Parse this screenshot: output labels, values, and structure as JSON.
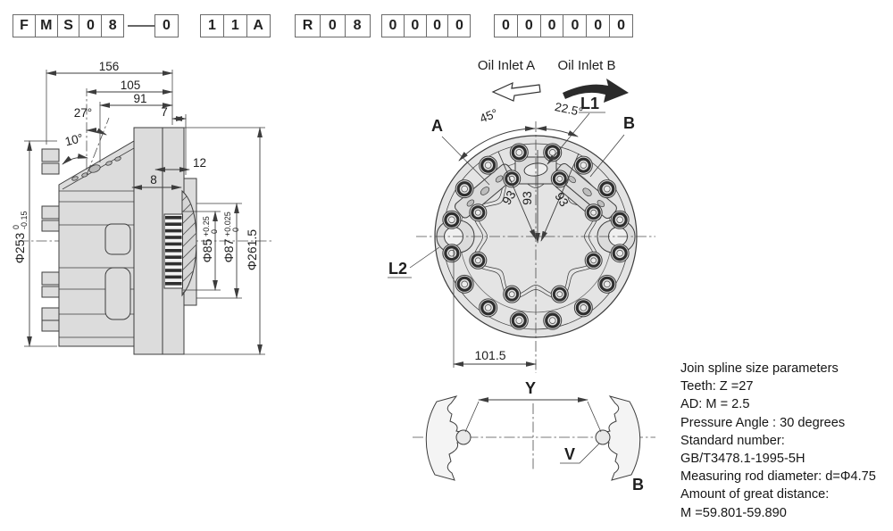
{
  "drawing": {
    "model_code": {
      "group_main": [
        "F",
        "M",
        "S",
        "0",
        "8"
      ],
      "group_sub": [
        "0"
      ],
      "group_disp": [
        "1",
        "1",
        "A"
      ],
      "group_port": [
        "R",
        "0",
        "8"
      ],
      "group_opt1": [
        "0",
        "0",
        "0",
        "0"
      ],
      "group_opt2": [
        "0",
        "0",
        "0",
        "0",
        "0",
        "0"
      ]
    },
    "side_view": {
      "len_total": "156",
      "len_105": "105",
      "len_91": "91",
      "len_7": "7",
      "angle_27": "27°",
      "angle_10": "10°",
      "len_12": "12",
      "len_8": "8",
      "dia_253": {
        "main": "Φ253",
        "tol_top": "0",
        "tol_bot": "-0.15"
      },
      "dia_85": {
        "main": "Φ85",
        "tol_top": "+0.25",
        "tol_bot": "0"
      },
      "dia_87": {
        "main": "Φ87",
        "tol_top": "+0.025",
        "tol_bot": "0"
      },
      "dia_261": "Φ261.5"
    },
    "front_view": {
      "oil_inlet_a": "Oil Inlet A",
      "oil_inlet_b": "Oil Inlet B",
      "port_a": "A",
      "port_b": "B",
      "l1": "L1",
      "l2": "L2",
      "angle_45": "45°",
      "angle_22_5": "22.5°",
      "radius_93": "93",
      "width_101_5": "101.5"
    },
    "spline_view": {
      "dim_y": "Y",
      "label_v": "V",
      "label_b": "B"
    },
    "spline_params": {
      "lines": [
        "Join spline size parameters",
        "Teeth:  Z =27",
        "AD: M = 2.5",
        "Pressure Angle : 30 degrees",
        "Standard number:",
        "GB/T3478.1-1995-5H",
        "Measuring rod diameter: d=Φ4.75",
        "Amount of great distance:",
        "M =59.801-59.890"
      ]
    },
    "colors": {
      "line": "#3d3d3d",
      "body_fill": "#dcdcdc",
      "face_fill": "#e4e4e4"
    }
  }
}
